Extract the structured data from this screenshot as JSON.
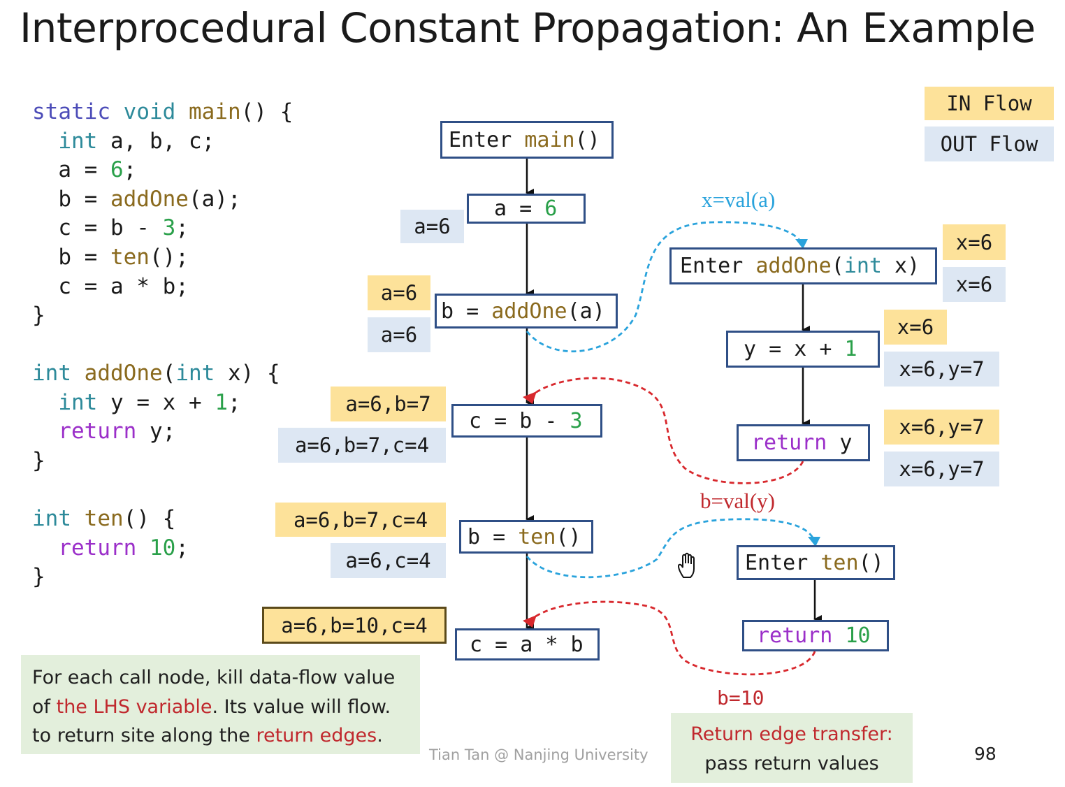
{
  "title": "Interprocedural Constant Propagation: An Example",
  "legend": {
    "in": "IN Flow",
    "out": "OUT Flow"
  },
  "code": {
    "main_sig": [
      "static",
      " ",
      "void",
      " ",
      "main",
      "() {"
    ],
    "l1": [
      "int",
      " a, b, c;"
    ],
    "l2": [
      "a = ",
      "6",
      ";"
    ],
    "l3": [
      "b = ",
      "addOne",
      "(a);"
    ],
    "l4": [
      "c = b - ",
      "3",
      ";"
    ],
    "l5": [
      "b = ",
      "ten",
      "();"
    ],
    "l6": "c = a * b;",
    "close": "}",
    "add_sig": [
      "int",
      " ",
      "addOne",
      "(",
      "int",
      " x) {"
    ],
    "a1": [
      "int",
      " y = x + ",
      "1",
      ";"
    ],
    "a2": [
      "return",
      " y;"
    ],
    "ten_sig": [
      "int",
      " ",
      "ten",
      "() {"
    ],
    "t1": [
      "return",
      " ",
      "10",
      ";"
    ]
  },
  "nodes": {
    "enter_main": [
      "Enter ",
      "main",
      "()"
    ],
    "a6": [
      "a = ",
      "6"
    ],
    "b_add": [
      "b = ",
      "addOne",
      "(a)"
    ],
    "c_b3": [
      "c = b - ",
      "3"
    ],
    "b_ten": [
      "b = ",
      "ten",
      "()"
    ],
    "c_ab": "c = a * b",
    "enter_add": [
      "Enter ",
      "addOne",
      "(",
      "int",
      " x)"
    ],
    "y_x1": [
      "y = x + ",
      "1"
    ],
    "ret_y": [
      "return",
      " y"
    ],
    "enter_ten": [
      "Enter ",
      "ten",
      "()"
    ],
    "ret_10": [
      "return",
      " ",
      "10"
    ]
  },
  "flows": {
    "a6_out": "a=6",
    "badd_in": "a=6",
    "badd_out": "a=6",
    "cb3_in": "a=6,b=7",
    "cb3_out": "a=6,b=7,c=4",
    "bten_in": "a=6,b=7,c=4",
    "bten_out": "a=6,c=4",
    "cab_in": "a=6,b=10,c=4",
    "enteradd_in": "x=6",
    "enteradd_out": "x=6",
    "yx1_in": "x=6",
    "yx1_out": "x=6,y=7",
    "rety_in": "x=6,y=7",
    "rety_out": "x=6,y=7"
  },
  "edge_labels": {
    "call_add": "x=val(a)",
    "ret_add": "b=val(y)",
    "ret_ten": "b=10"
  },
  "note_left": [
    "For each call node, kill data-flow value",
    "of ",
    "the LHS variable",
    ". Its value will flow.",
    "to return site along the ",
    "return edges",
    "."
  ],
  "note_right": {
    "line1": "Return edge transfer:",
    "line2": "pass return values"
  },
  "footer": {
    "credit": "Tian Tan @ Nanjing University",
    "page": "98"
  },
  "colors": {
    "node_border": "#2f4f86",
    "in_flow": "#fde29a",
    "out_flow": "#dde7f3",
    "call_edge": "#2aa3dc",
    "return_edge": "#d8282d",
    "note_bg": "#e3efdc"
  }
}
